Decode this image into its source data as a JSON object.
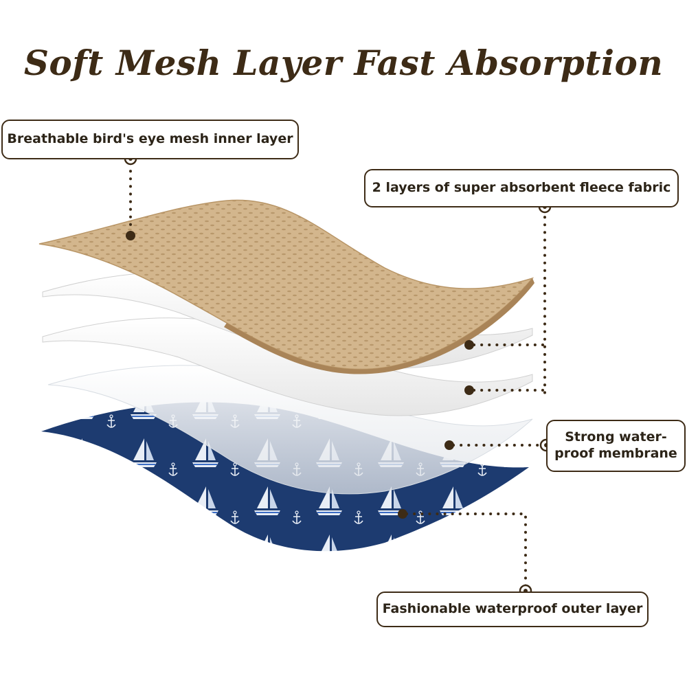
{
  "title": "Soft Mesh Layer Fast Absorption",
  "labels": {
    "inner_layer": "Breathable bird's eye mesh inner layer",
    "fleece_layers": "2 layers of super absorbent fleece fabric",
    "membrane": "Strong water-\nproof membrane",
    "outer_layer": "Fashionable waterproof outer layer"
  },
  "colors": {
    "title_brown": "#3d2b16",
    "mesh_tan": "#d2b48c",
    "navy_print": "#1d3b70",
    "fleece_white": "#f4f4f4"
  }
}
